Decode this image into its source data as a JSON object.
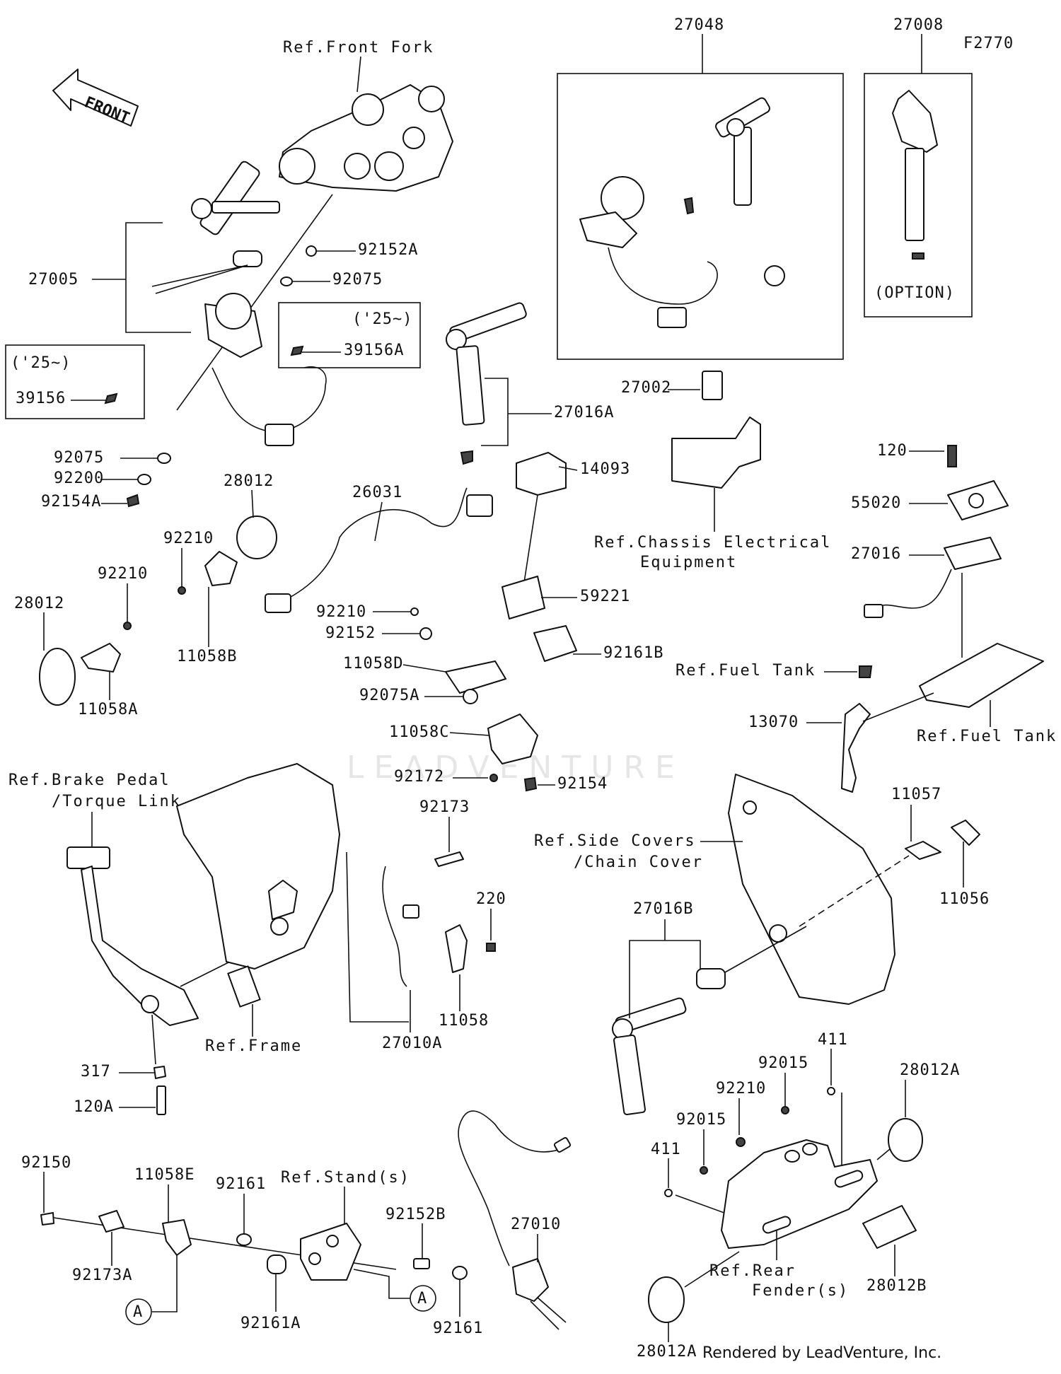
{
  "diagram_id": "F2770",
  "watermark": "LEADVENTURE",
  "credit": "Rendered by LeadVenture, Inc.",
  "front_arrow": "FRONT",
  "option_label": "(OPTION)",
  "year_label": "('25~)",
  "callout_a": "A",
  "refs": {
    "front_fork": "Ref.Front Fork",
    "chassis_1": "Ref.Chassis Electrical",
    "chassis_2": "Equipment",
    "fuel_tank_a": "Ref.Fuel Tank",
    "fuel_tank_b": "Ref.Fuel Tank",
    "side_covers_1": "Ref.Side Covers",
    "side_covers_2": "/Chain Cover",
    "brake_1": "Ref.Brake Pedal",
    "brake_2": "/Torque Link",
    "frame": "Ref.Frame",
    "stand": "Ref.Stand(s)",
    "rear_fender_1": "Ref.Rear",
    "rear_fender_2": "Fender(s)"
  },
  "parts": {
    "p27048": "27048",
    "p27008": "27008",
    "p27005": "27005",
    "p92152A": "92152A",
    "p92075": "92075",
    "p39156A": "39156A",
    "p39156": "39156",
    "p92075b": "92075",
    "p92200": "92200",
    "p92154A": "92154A",
    "p27016A": "27016A",
    "p27002": "27002",
    "p14093": "14093",
    "p26031": "26031",
    "p28012": "28012",
    "p92210a": "92210",
    "p92210b": "92210",
    "p28012b": "28012",
    "p11058B": "11058B",
    "p11058A": "11058A",
    "p59221": "59221",
    "p92210c": "92210",
    "p92152": "92152",
    "p11058D": "11058D",
    "p92161B": "92161B",
    "p92075A": "92075A",
    "p11058C": "11058C",
    "p92172": "92172",
    "p92154": "92154",
    "p120": "120",
    "p55020": "55020",
    "p27016": "27016",
    "p13070": "13070",
    "p11057": "11057",
    "p11056": "11056",
    "p92173": "92173",
    "p220": "220",
    "p11058": "11058",
    "p27010A": "27010A",
    "p27016B": "27016B",
    "p317": "317",
    "p120A": "120A",
    "p92150": "92150",
    "p11058E": "11058E",
    "p92173A": "92173A",
    "p92161a": "92161",
    "p92161A": "92161A",
    "p92152B": "92152B",
    "p92161b": "92161",
    "p27010": "27010",
    "p411a": "411",
    "p92015a": "92015",
    "p28012A": "28012A",
    "p92210d": "92210",
    "p92015b": "92015",
    "p411b": "411",
    "p28012B": "28012B",
    "p28012Ab": "28012A"
  }
}
